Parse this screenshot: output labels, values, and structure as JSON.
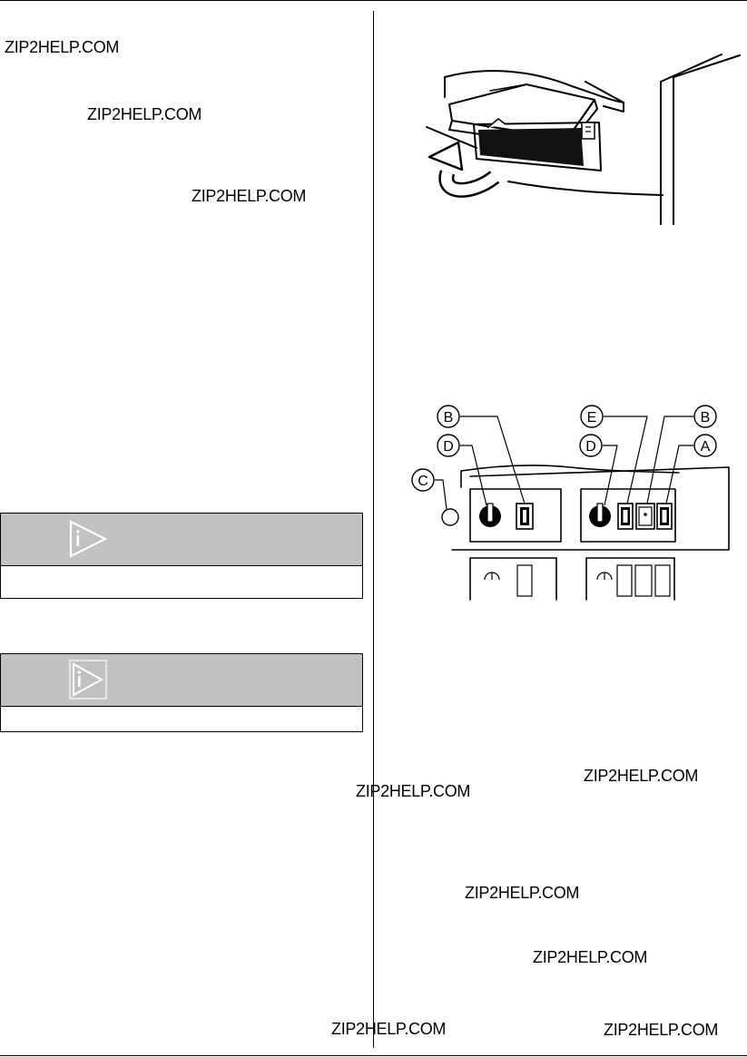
{
  "watermark": "ZIP2HELP.COM",
  "figure2": {
    "callouts": {
      "b_left": "B",
      "d_left": "D",
      "c": "C",
      "e": "E",
      "b_right": "B",
      "d_right": "D",
      "a": "A"
    }
  },
  "notes": [
    {
      "icon": "info-icon"
    },
    {
      "icon": "info-icon"
    }
  ]
}
